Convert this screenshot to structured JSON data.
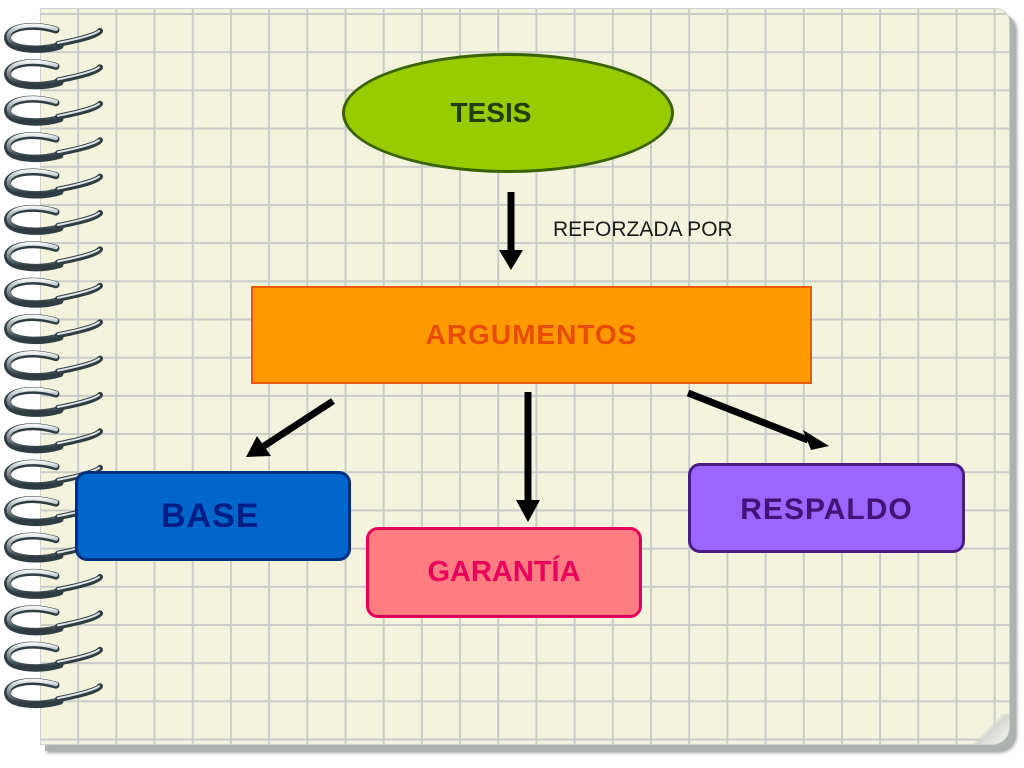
{
  "nodes": {
    "tesis": "TESIS",
    "argumentos": "ARGUMENTOS",
    "base": "BASE",
    "garantia": "GARANTÍA",
    "respaldo": "RESPALDO"
  },
  "edges": {
    "tesis_to_argumentos": "REFORZADA POR"
  },
  "colors": {
    "page": "#f4f4de",
    "grid": "#c9ccc8",
    "tesis_fill": "#99cc00",
    "argumentos_fill": "#ff9900",
    "base_fill": "#0066cc",
    "garantia_fill": "#ff7c80",
    "respaldo_fill": "#9966ff",
    "arrow": "#000000"
  }
}
